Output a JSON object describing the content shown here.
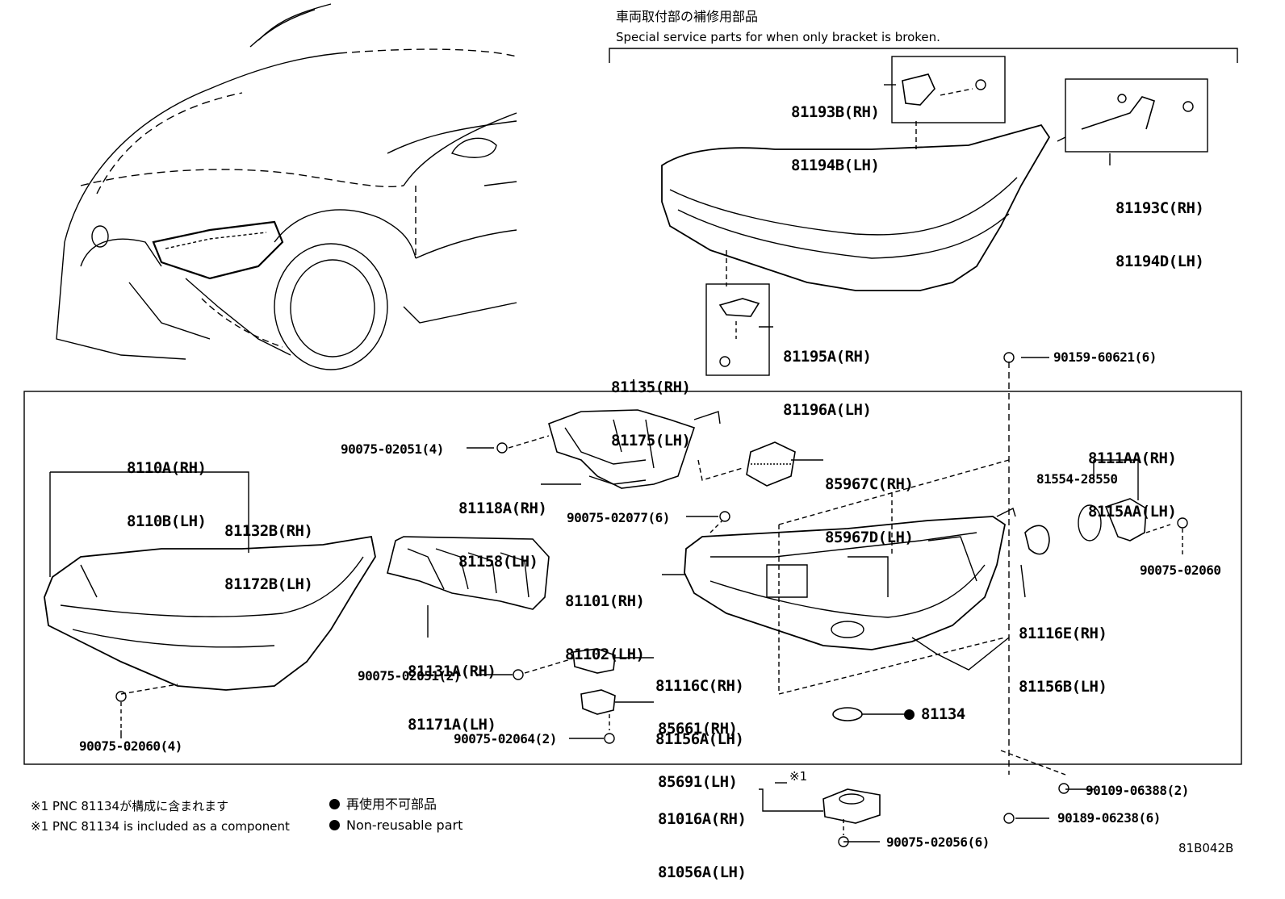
{
  "header": {
    "title_jp": "車両取付部の補修用部品",
    "title_en": "Special service parts for when only bracket is broken."
  },
  "callouts": {
    "p81193B": [
      "81193B(RH)",
      "81194B(LH)"
    ],
    "p81193C": [
      "81193C(RH)",
      "81194D(LH)"
    ],
    "p81195A": [
      "81195A(RH)",
      "81196A(LH)"
    ],
    "p81135": [
      "81135(RH)",
      "81175(LH)"
    ],
    "p90159": "90159-60621(6)",
    "p8110A": [
      "8110A(RH)",
      "8110B(LH)"
    ],
    "p81132B": [
      "81132B(RH)",
      "81172B(LH)"
    ],
    "p90075_02051_4": "90075-02051(4)",
    "p81118A": [
      "81118A(RH)",
      "81158(LH)"
    ],
    "p85967C": [
      "85967C(RH)",
      "85967D(LH)"
    ],
    "p8111AA": [
      "8111AA(RH)",
      "8115AA(LH)"
    ],
    "p81554": "81554-28550",
    "p90075_02077": "90075-02077(6)",
    "p81101": [
      "81101(RH)",
      "81102(LH)"
    ],
    "p90075_02060": "90075-02060",
    "p81116E": [
      "81116E(RH)",
      "81156B(LH)"
    ],
    "p81131A": [
      "81131A(RH)",
      "81171A(LH)"
    ],
    "p81116C": [
      "81116C(RH)",
      "81156A(LH)"
    ],
    "p90075_02051_2": "90075-02051(2)",
    "p85661": [
      "85661(RH)",
      "85691(LH)"
    ],
    "p81134": "81134",
    "p90075_02064": "90075-02064(2)",
    "p90075_02060_4": "90075-02060(4)",
    "p81016A": [
      "81016A(RH)",
      "81056A(LH)"
    ],
    "mark1": "※1",
    "p90109": "90109-06388(2)",
    "p90189": "90189-06238(6)",
    "p90075_02056": "90075-02056(6)"
  },
  "notes": {
    "jp": "※1 PNC 81134が構成に含まれます",
    "en": "※1 PNC 81134 is included as a component"
  },
  "legend": {
    "jp": "再使用不可部品",
    "en": "Non-reusable part"
  },
  "figure_id": "81B042B"
}
